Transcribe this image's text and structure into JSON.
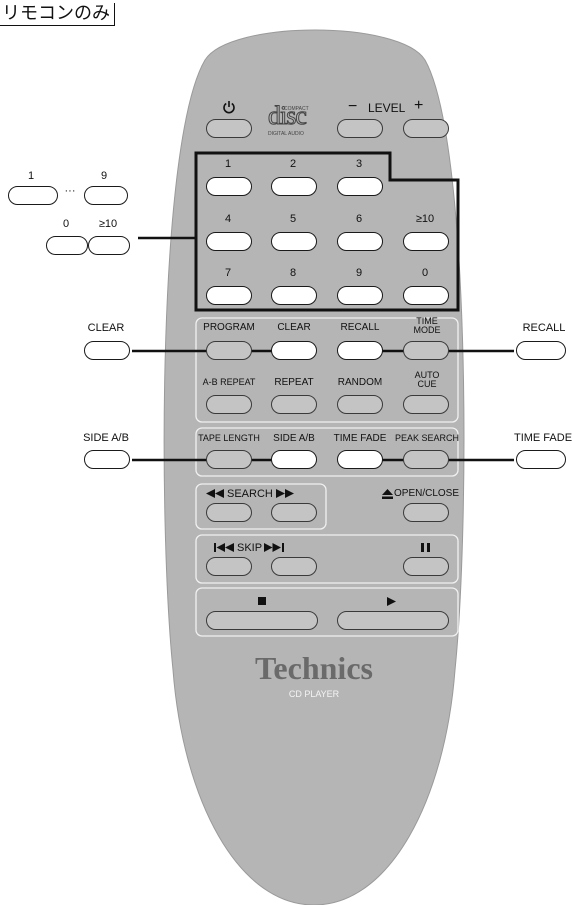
{
  "title": "リモコンのみ",
  "callouts": {
    "one": "1",
    "dots": "···",
    "nine": "9",
    "zero": "0",
    "ten": "≥10",
    "clear": "CLEAR",
    "side_ab": "SIDE A/B",
    "recall": "RECALL",
    "time_fade": "TIME FADE"
  },
  "remote": {
    "logo": {
      "top": "COMPACT",
      "main": "disc",
      "bottom": "DIGITAL AUDIO"
    },
    "level": {
      "minus": "−",
      "label": "LEVEL",
      "plus": "+"
    },
    "numpad": [
      {
        "label": "1",
        "type": "white"
      },
      {
        "label": "2",
        "type": "white"
      },
      {
        "label": "3",
        "type": "white"
      },
      {
        "label": "4",
        "type": "white"
      },
      {
        "label": "5",
        "type": "white"
      },
      {
        "label": "6",
        "type": "white"
      },
      {
        "label": "≥10",
        "type": "white"
      },
      {
        "label": "7",
        "type": "white"
      },
      {
        "label": "8",
        "type": "white"
      },
      {
        "label": "9",
        "type": "white"
      },
      {
        "label": "0",
        "type": "white"
      }
    ],
    "func_row1": [
      "PROGRAM",
      "CLEAR",
      "RECALL",
      "TIME MODE"
    ],
    "func_row2": [
      "A-B REPEAT",
      "REPEAT",
      "RANDOM",
      "AUTO CUE"
    ],
    "func_row3": [
      "TAPE LENGTH",
      "SIDE A/B",
      "TIME FADE",
      "PEAK SEARCH"
    ],
    "search": "SEARCH",
    "open_close": "OPEN/CLOSE",
    "skip": "SKIP",
    "brand": "Technics",
    "model": "CD PLAYER"
  },
  "colors": {
    "body": "#b5b5b5",
    "button_gray": "#c4c4c4",
    "button_white": "#ffffff",
    "outline": "#1a1a1a"
  }
}
